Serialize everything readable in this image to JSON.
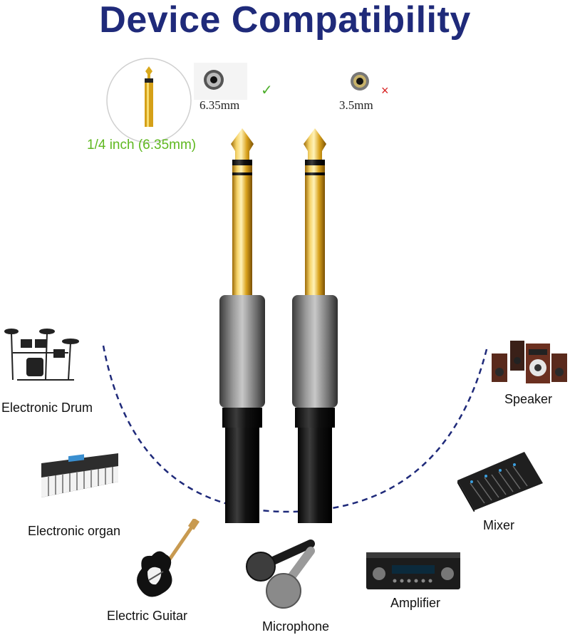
{
  "title": "Device Compatibility",
  "jack": {
    "size_label": "1/4 inch (6.35mm)",
    "compatible": {
      "label": "6.35mm",
      "mark": "✓"
    },
    "incompatible": {
      "label": "3.5mm",
      "mark": "×"
    }
  },
  "devices": {
    "drum": "Electronic Drum",
    "organ": "Electronic organ",
    "guitar": "Electric Guitar",
    "microphone": "Microphone",
    "amplifier": "Amplifier",
    "mixer": "Mixer",
    "speaker": "Speaker"
  },
  "colors": {
    "title": "#1f2a7a",
    "arc": "#1f2a7a",
    "inch_label": "#5fb820",
    "check": "#4cae2a",
    "cross": "#d82020"
  }
}
